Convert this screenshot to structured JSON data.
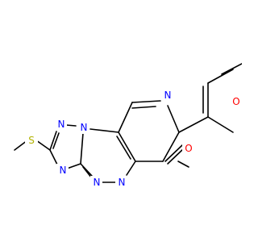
{
  "colors": {
    "background": "#ffffff",
    "bond": "#000000",
    "N": "#0000ff",
    "O": "#ff0000",
    "S": "#b2b200"
  },
  "atoms": [
    {
      "id": "S1",
      "label": "S",
      "element": "S"
    },
    {
      "id": "N1",
      "label": "N",
      "element": "N"
    },
    {
      "id": "N2",
      "label": "N",
      "element": "N"
    },
    {
      "id": "N3",
      "label": "N",
      "element": "N"
    },
    {
      "id": "N4",
      "label": "N",
      "element": "N"
    },
    {
      "id": "N5",
      "label": "N",
      "element": "N"
    },
    {
      "id": "N6",
      "label": "N",
      "element": "N"
    },
    {
      "id": "O1",
      "label": "O",
      "element": "O"
    },
    {
      "id": "O2",
      "label": "O",
      "element": "O"
    }
  ]
}
